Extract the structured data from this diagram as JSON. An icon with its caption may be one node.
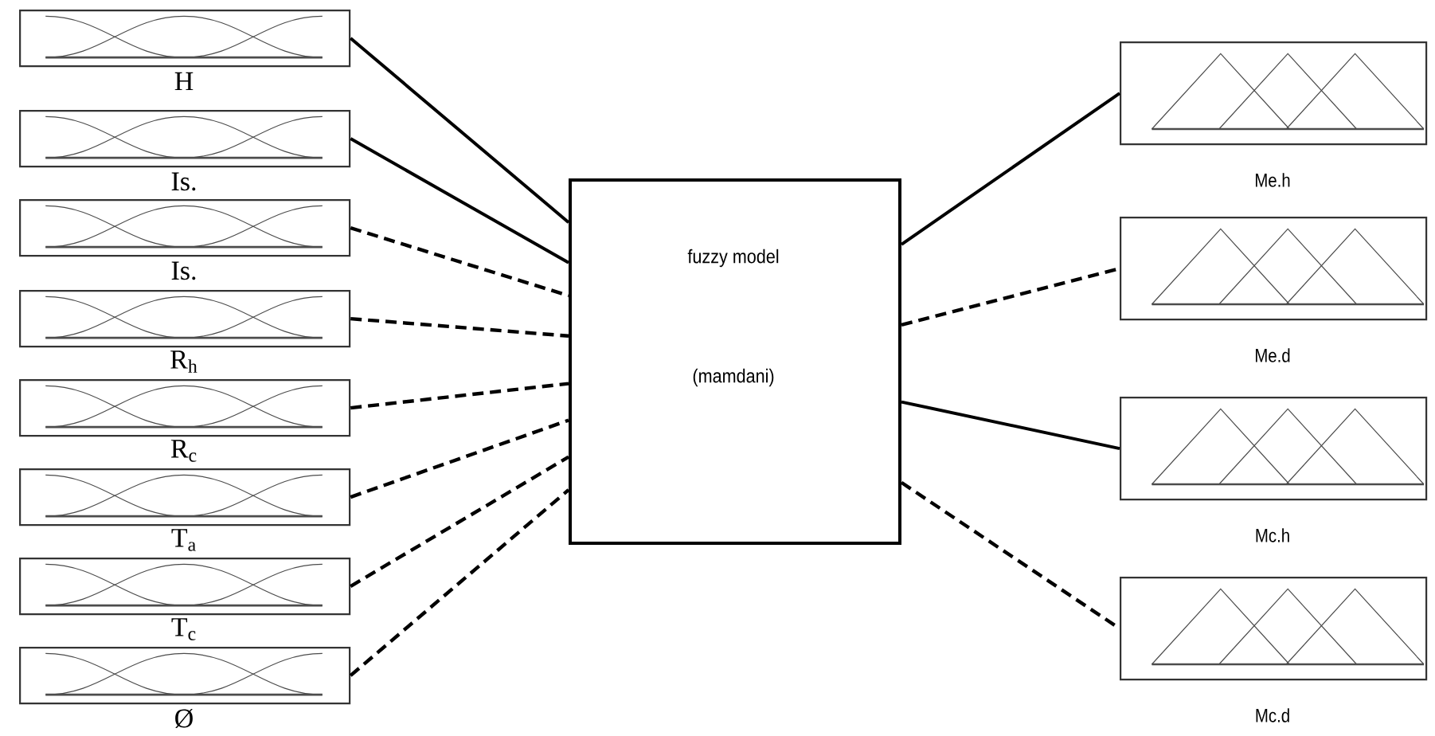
{
  "diagram": {
    "nodes": [
      {
        "text": [
          "H"
        ]
      },
      {
        "text": [
          "Is."
        ]
      },
      {
        "text": [
          "Is."
        ]
      },
      {
        "text": [
          "R$_{h}$"
        ]
      },
      {
        "text": [
          "R$_{c}$"
        ]
      },
      {
        "text": [
          "T$_{a}$"
        ]
      },
      {
        "text": [
          "T$_{c}$"
        ]
      },
      {
        "text": [
          "Ø"
        ]
      },
      {
        "text": [
          "fuzzy model",
          "(mamdani)"
        ]
      },
      {
        "text": [
          "Me.h"
        ]
      },
      {
        "text": [
          "Me.d"
        ]
      },
      {
        "text": [
          "Mc.h"
        ]
      },
      {
        "text": [
          "Mc.d"
        ]
      }
    ],
    "edges": [
      {
        "from": 0,
        "to": 8,
        "arrow": "none"
      },
      {
        "from": 1,
        "to": 8,
        "arrow": "none"
      },
      {
        "from": 2,
        "to": 8,
        "arrow": "none",
        "style": "dashed"
      },
      {
        "from": 3,
        "to": 8,
        "arrow": "none",
        "style": "dashed"
      },
      {
        "from": 4,
        "to": 8,
        "arrow": "none",
        "style": "dashed"
      },
      {
        "from": 5,
        "to": 8,
        "arrow": "none",
        "style": "dashed"
      },
      {
        "from": 6,
        "to": 8,
        "arrow": "none",
        "style": "dashed"
      },
      {
        "from": 7,
        "to": 8,
        "arrow": "none",
        "style": "dashed"
      },
      {
        "from": 8,
        "to": 9,
        "arrow": "none"
      },
      {
        "from": 8,
        "to": 10,
        "arrow": "none",
        "style": "dashed"
      },
      {
        "from": 8,
        "to": 11,
        "arrow": "none"
      },
      {
        "from": 8,
        "to": 12,
        "arrow": "none",
        "style": "dashed"
      }
    ]
  }
}
